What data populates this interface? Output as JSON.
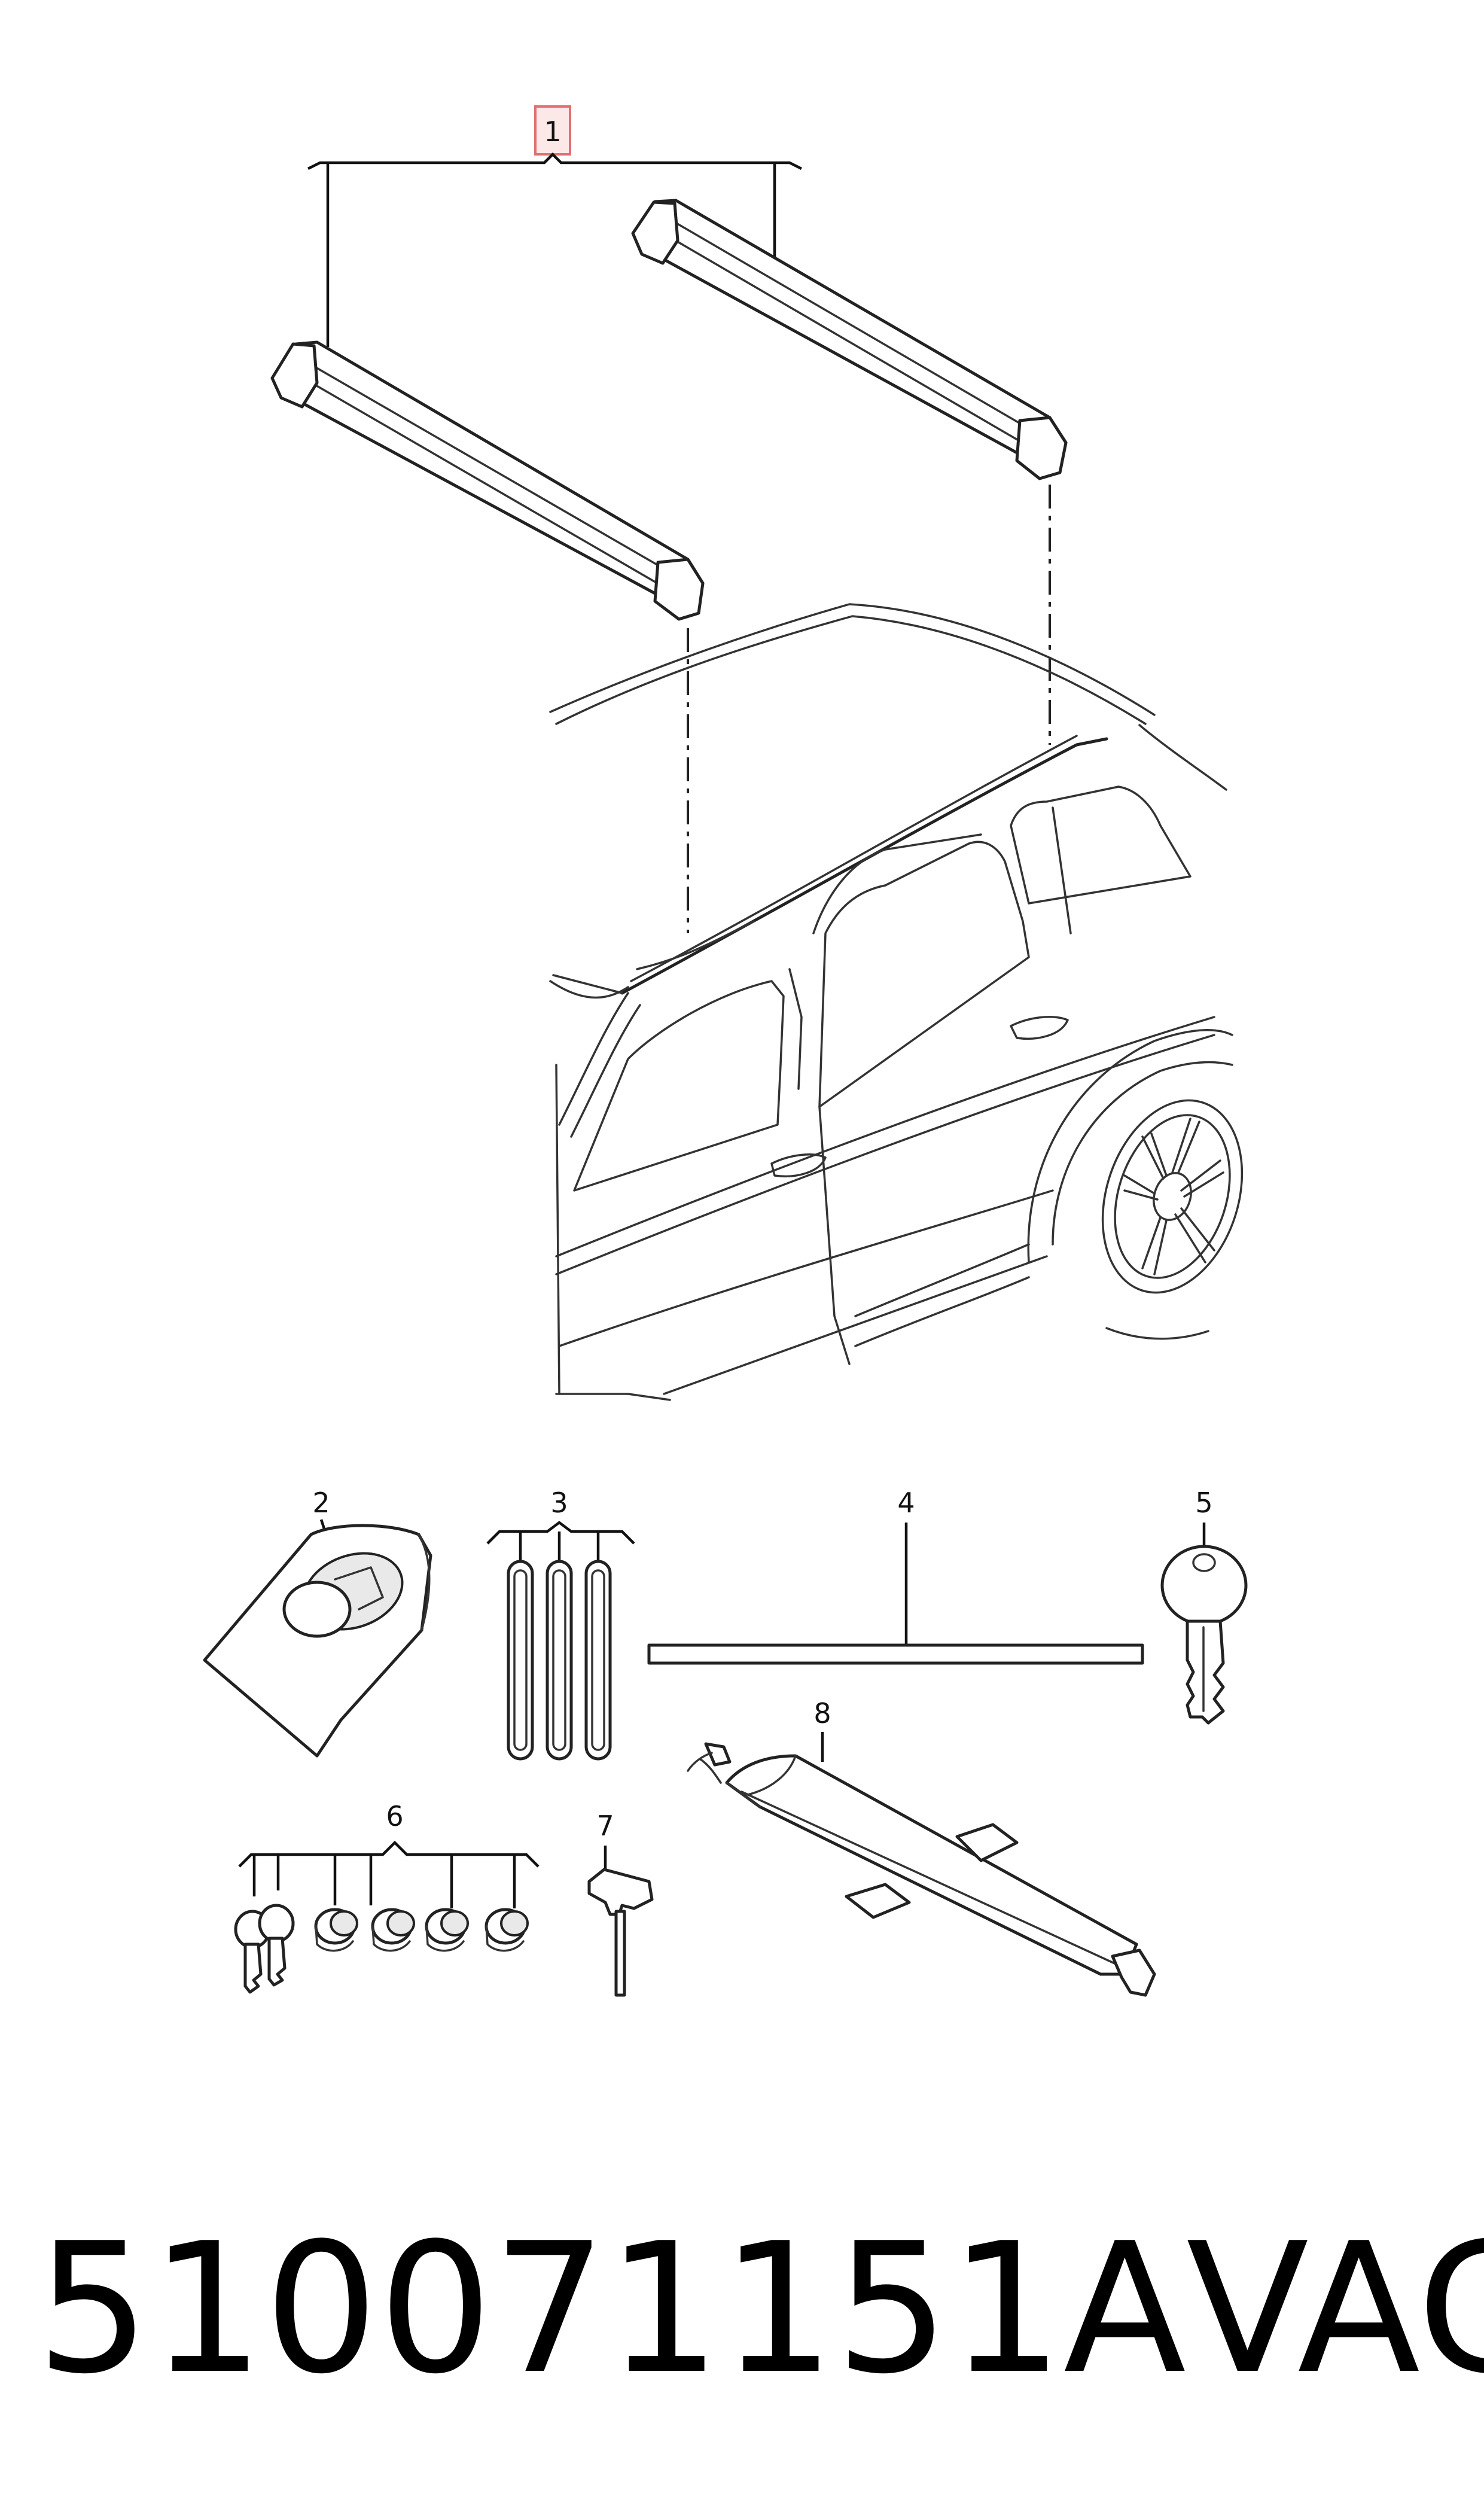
{
  "callouts": {
    "c1": "1",
    "c2": "2",
    "c3": "3",
    "c4": "4",
    "c5": "5",
    "c6": "6",
    "c7": "7",
    "c8": "8"
  },
  "footer": {
    "part_number": "510071151A",
    "brand": "VAG"
  },
  "colors": {
    "line": "#222222",
    "highlight_box": "#e07070"
  }
}
